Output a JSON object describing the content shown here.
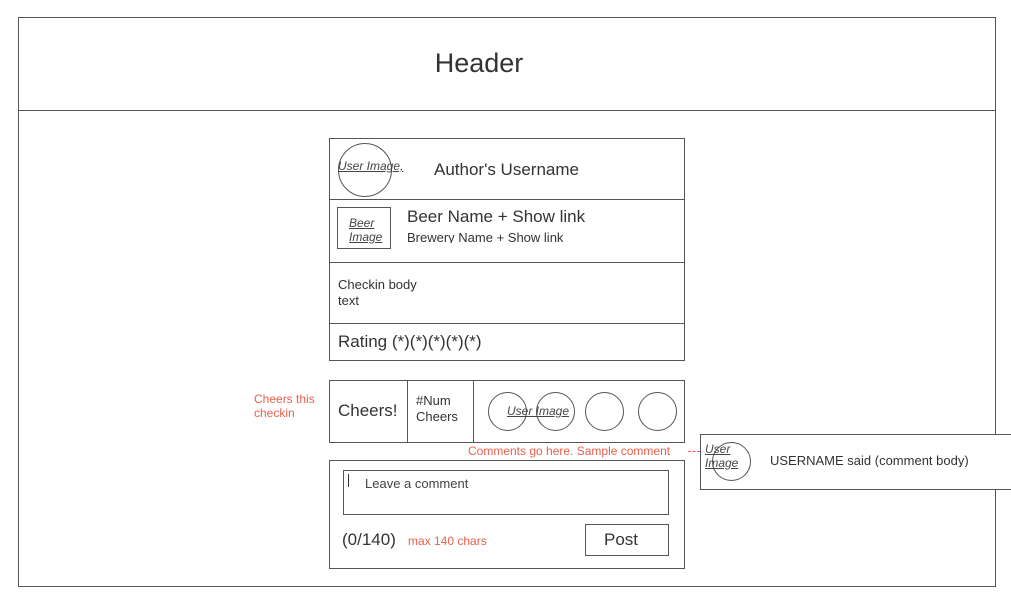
{
  "header": {
    "title": "Header"
  },
  "author": {
    "user_image_label": "User Image,",
    "username": "Author's Username"
  },
  "beer": {
    "image_label_line1": "Beer",
    "image_label_line2": "Image",
    "name_link": "Beer Name + Show link",
    "brewery_link": "Brewery Name + Show link"
  },
  "checkin": {
    "body_line1": "Checkin body",
    "body_line2": "text"
  },
  "rating": {
    "label": "Rating (*)(*)(*)(*)(*)"
  },
  "cheers": {
    "button_label": "Cheers!",
    "count_line1": "#Num",
    "count_line2": "Cheers",
    "user_image_label": "User Image",
    "annotation_line1": "Cheers this",
    "annotation_line2": "checkin"
  },
  "comments": {
    "annotation": "Comments go here. Sample comment",
    "sample": {
      "user_image_line1": "User",
      "user_image_line2": "Image",
      "text": "USERNAME said (comment body)"
    }
  },
  "comment_form": {
    "placeholder": "Leave a comment",
    "char_count": "(0/140)",
    "max_note": "max 140 chars",
    "post_label": "Post"
  }
}
